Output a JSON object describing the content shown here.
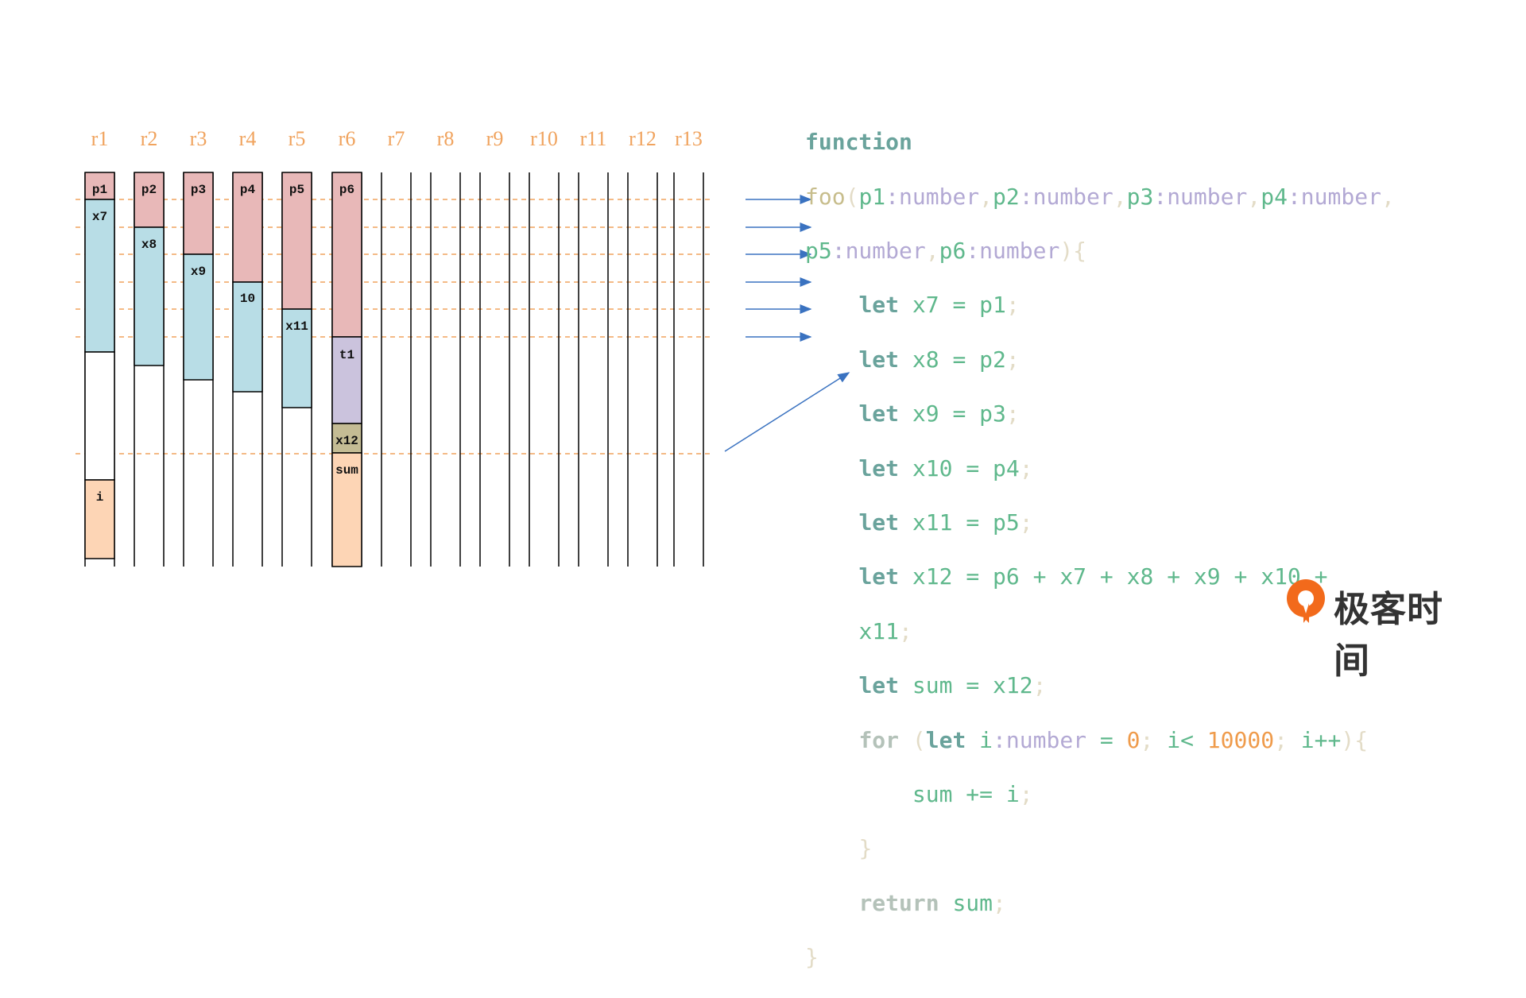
{
  "registers": [
    {
      "label": "r1",
      "cells": [
        {
          "label": "p1",
          "color": "pink"
        },
        {
          "label": "x7",
          "color": "blue"
        },
        {
          "label": "",
          "color": "white"
        },
        {
          "label": "i",
          "color": "peach"
        }
      ]
    },
    {
      "label": "r2",
      "cells": [
        {
          "label": "p2",
          "color": "pink"
        },
        {
          "label": "x8",
          "color": "blue"
        }
      ]
    },
    {
      "label": "r3",
      "cells": [
        {
          "label": "p3",
          "color": "pink"
        },
        {
          "label": "x9",
          "color": "blue"
        }
      ]
    },
    {
      "label": "r4",
      "cells": [
        {
          "label": "p4",
          "color": "pink"
        },
        {
          "label": "10",
          "color": "blue"
        }
      ]
    },
    {
      "label": "r5",
      "cells": [
        {
          "label": "p5",
          "color": "pink"
        },
        {
          "label": "x11",
          "color": "blue"
        }
      ]
    },
    {
      "label": "r6",
      "cells": [
        {
          "label": "p6",
          "color": "pink"
        },
        {
          "label": "t1",
          "color": "lavender"
        },
        {
          "label": "x12",
          "color": "khaki"
        },
        {
          "label": "sum",
          "color": "peach"
        }
      ]
    },
    {
      "label": "r7",
      "cells": []
    },
    {
      "label": "r8",
      "cells": []
    },
    {
      "label": "r9",
      "cells": []
    },
    {
      "label": "r10",
      "cells": []
    },
    {
      "label": "r11",
      "cells": []
    },
    {
      "label": "r12",
      "cells": []
    },
    {
      "label": "r13",
      "cells": []
    }
  ],
  "colors": {
    "pink": "#e8b8b8",
    "blue": "#b8dde6",
    "lavender": "#cbc3dd",
    "khaki": "#c4bc94",
    "peach": "#fdd5b5",
    "white": "#ffffff",
    "dashed_line": "#f0a35e",
    "arrow": "#3a72c0",
    "register_label": "#f0a35e"
  },
  "code": {
    "line1_kw": "function",
    "foo": "foo",
    "p1": "p1",
    "p2": "p2",
    "p3": "p3",
    "p4": "p4",
    "p5": "p5",
    "p6": "p6",
    "number": "number",
    "let": "let",
    "x7": "x7",
    "x8": "x8",
    "x9": "x9",
    "x10": "x10",
    "x11": "x11",
    "x12": "x12",
    "sum": "sum",
    "for": "for",
    "i": "i",
    "zero": "0",
    "limit": "10000",
    "return": "return"
  },
  "logo": {
    "text": "极客时间",
    "icon": "geektime-logo-icon",
    "color": "#f26a1b"
  }
}
